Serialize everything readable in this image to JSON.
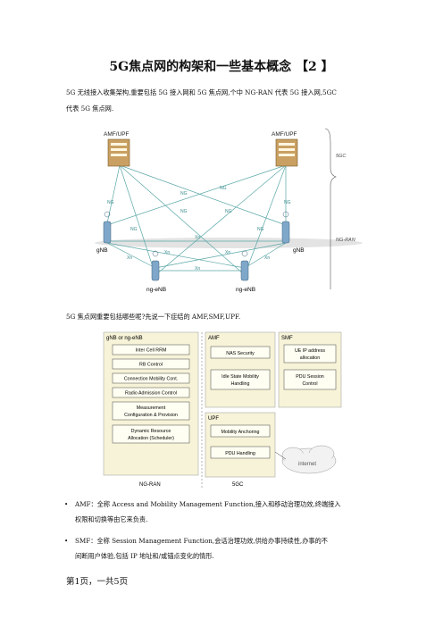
{
  "title": "5G焦点网的构架和一些基本概念 【2 】",
  "intro_line1": "5G 无线接入收集架构,重要包括 5G 接入网和 5G 焦点网,个中 NG-RAN 代表 5G 接入网,5GC",
  "intro_line2": "代表 5G 焦点网.",
  "diagram1": {
    "amf_upf_left": "AMF/UPF",
    "amf_upf_right": "AMF/UPF",
    "ng": "NG",
    "xn": "Xn",
    "gnb_left": "gNB",
    "gnb_right": "gNB",
    "ng_enb_left": "ng-eNB",
    "ng_enb_right": "ng-eNB",
    "label_5gc": "5GC",
    "label_ngran": "NG-RAN"
  },
  "mid_text": "5G 焦点网重要包括哪些呢?先说一下症结的 AMF,SMF,UPF.",
  "diagram2": {
    "gnb_title": "gNB or ng-eNB",
    "gnb_boxes": [
      "Inter Cell RRM",
      "RB Control",
      "Connection Mobility Cont.",
      "Radio Admission Control",
      "Measurement Configuration & Provision",
      "Dynamic Resource Allocation (Scheduler)"
    ],
    "amf_title": "AMF",
    "amf_boxes": [
      "NAS Security",
      "Idle State Mobility Handling"
    ],
    "smf_title": "SMF",
    "smf_boxes": [
      "UE IP address allocation",
      "PDU Session Control"
    ],
    "upf_title": "UPF",
    "upf_boxes": [
      "Mobility Anchoring",
      "PDU Handling"
    ],
    "internet": "internet",
    "ngran_label": "NG-RAN",
    "fivegc_label": "5GC"
  },
  "bullets": [
    {
      "line1": "AMF：全称 Access and Mobility Management Function,接入和移动治理功效,终端接入",
      "line2": "权限和切换等由它来负责."
    },
    {
      "line1": "SMF：全称 Session Management Function,会话治理功效,供给办事持续性,办事的不",
      "line2": "间断用户体验,包括 IP 地址和/或锚点变化的情形."
    }
  ],
  "footer": "第1页，一共5页"
}
